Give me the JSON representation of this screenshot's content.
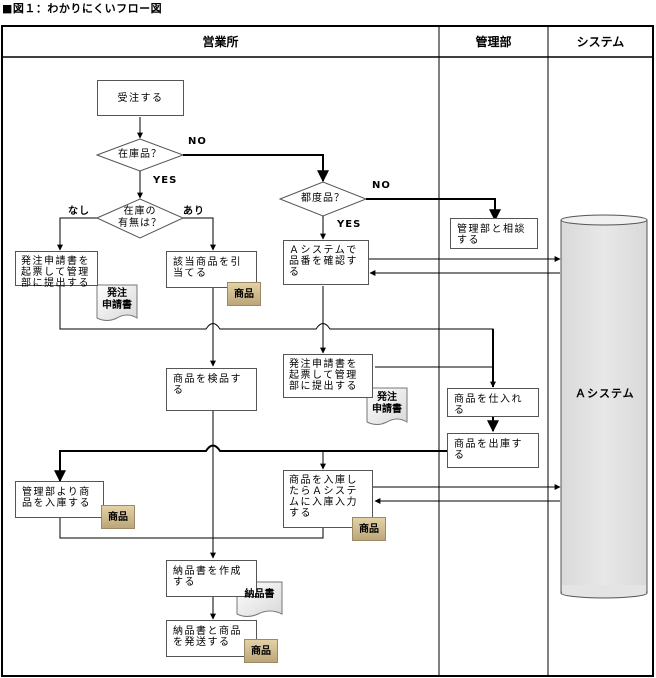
{
  "title": "■図１：わかりにくいフロー図",
  "lanes": [
    {
      "name": "営業所"
    },
    {
      "name": "管理部"
    },
    {
      "name": "システム"
    }
  ],
  "nodes": {
    "receive_order": "受注する",
    "in_stock_q": "在庫品？",
    "stock_exists_q": "在庫の\n有無は？",
    "per_order_q": "都度品？",
    "issue_request_left": "発注申請書を\n起票して管理\n部に提出する",
    "allocate_goods": "該当商品を引\n当てる",
    "check_part_no": "Ａシステムで\n品番を確認す\nる",
    "consult_mgmt": "管理部と相談\nする",
    "inspect_goods": "商品を検品す\nる",
    "issue_request_mid": "発注申請書を\n起票して管理\n部に提出する",
    "purchase_goods": "商品を仕入れ\nる",
    "ship_goods": "商品を出庫す\nる",
    "receive_from_mgmt": "管理部より商\n品を入庫する",
    "receive_and_input": "商品を入庫し\nたらＡシステ\nムに入庫入力\nする",
    "create_delivery_note": "納品書を作成\nする",
    "send_note_and_goods": "納品書と商品\nを発送する"
  },
  "edge_labels": {
    "in_stock_no": "NO",
    "in_stock_yes": "YES",
    "per_order_no": "NO",
    "per_order_yes": "YES",
    "stock_none": "なし",
    "stock_some": "あり"
  },
  "artifacts": {
    "request_doc": "発注\n申請書",
    "goods": "商品",
    "delivery_note": "納品書"
  },
  "system_db": {
    "label": "Ａシステム"
  },
  "colors": {
    "goods_fill_top": "#e3d2a6",
    "goods_fill_bottom": "#bca679",
    "db_fill": "#e4e4e4",
    "doc_fill": "#eeeeee"
  }
}
